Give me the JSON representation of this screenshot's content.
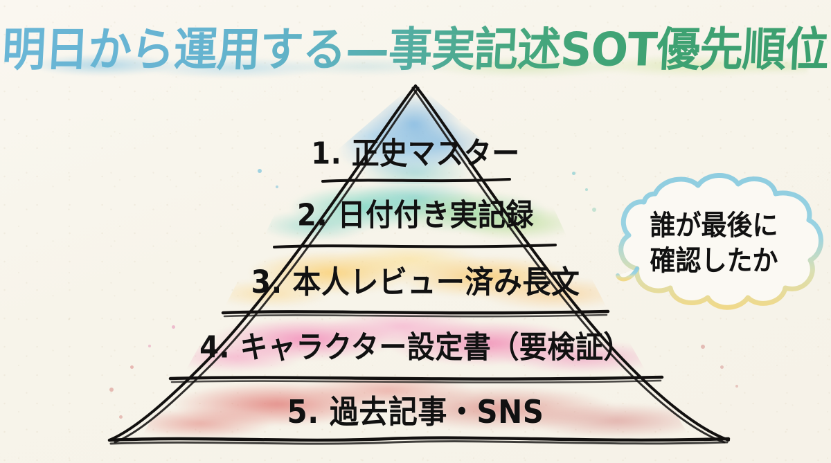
{
  "title": {
    "text": "明日から運用する—事実記述SOT優先順位",
    "color_start": "#6ab6d6",
    "color_end": "#3c9f6f"
  },
  "background": {
    "color": "#f7f4ea"
  },
  "pyramid": {
    "levels": [
      {
        "rank": "1",
        "label": "1. 正史マスター",
        "color": "#8cc2e4",
        "color_name": "blue"
      },
      {
        "rank": "2",
        "label": "2. 日付付き実記録",
        "color": "#7ed2b4",
        "color_name": "green"
      },
      {
        "rank": "3",
        "label": "3. 本人レビュー済み長文",
        "color": "#f8ca78",
        "color_name": "yellow"
      },
      {
        "rank": "4",
        "label": "4. キャラクター設定書（要検証）",
        "color": "#ef87b6",
        "color_name": "pink"
      },
      {
        "rank": "5",
        "label": "5. 過去記事・SNS",
        "color": "#dc8480",
        "color_name": "red"
      }
    ]
  },
  "callout": {
    "lines": [
      "誰が最後に",
      "確認したか"
    ],
    "outline_top_color": "#8fcde0",
    "outline_bottom_color": "#f0d98a"
  }
}
